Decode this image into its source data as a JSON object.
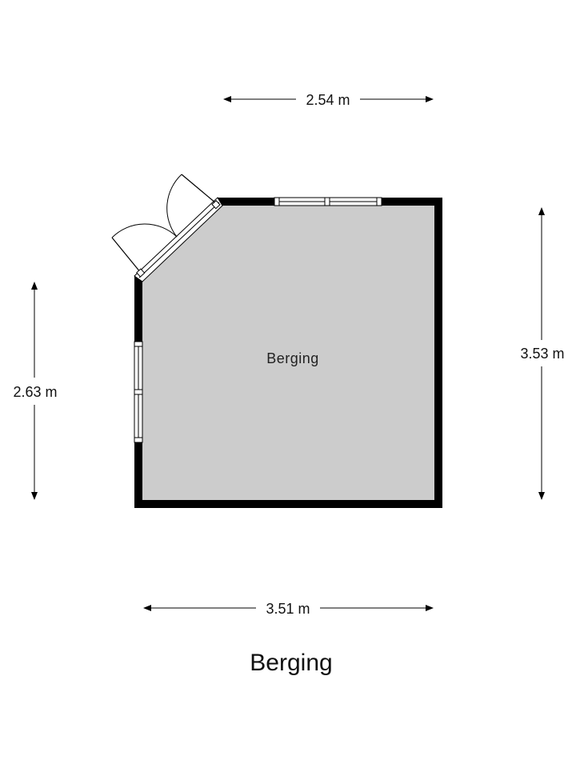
{
  "floorplan": {
    "title": "Berging",
    "rooms": [
      {
        "name": "Berging"
      }
    ],
    "dimensions": {
      "top": "2.54 m",
      "right": "3.53 m",
      "left": "2.63 m",
      "bottom": "3.51 m"
    },
    "colors": {
      "wall": "#000000",
      "floor": "#cccccc",
      "window": "#ffffff",
      "line": "#000000"
    }
  }
}
